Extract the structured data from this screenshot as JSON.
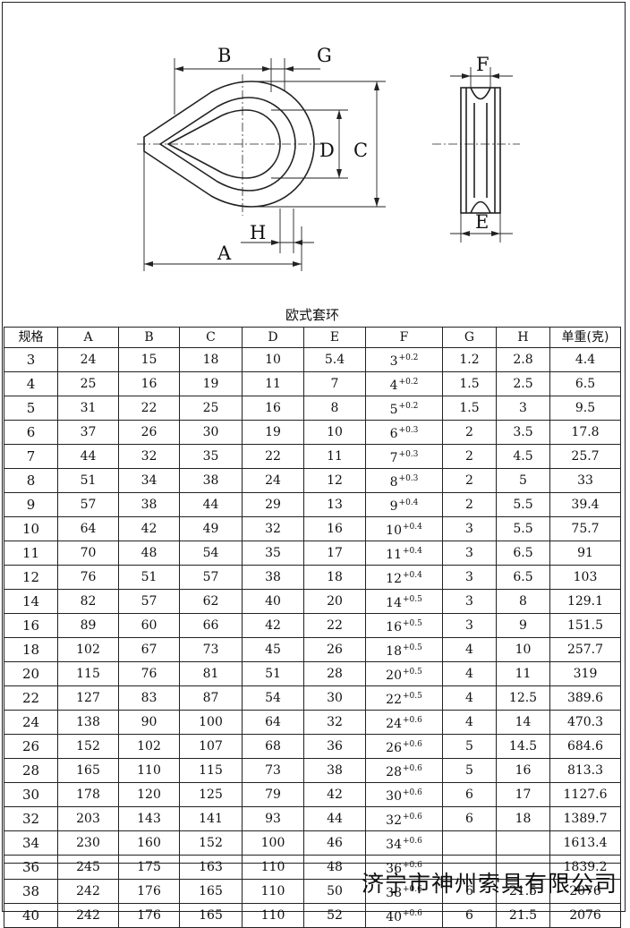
{
  "drawing": {
    "labels": {
      "A": "A",
      "B": "B",
      "C": "C",
      "D": "D",
      "E": "E",
      "F": "F",
      "G": "G",
      "H": "H"
    }
  },
  "table": {
    "title": "欧式套环",
    "headers": [
      "规格",
      "A",
      "B",
      "C",
      "D",
      "E",
      "F",
      "G",
      "H",
      "单重(克)"
    ],
    "rows": [
      {
        "size": "3",
        "A": "24",
        "B": "15",
        "C": "18",
        "D": "10",
        "E": "5.4",
        "F": "3",
        "tol": "+0.2",
        "G": "1.2",
        "H": "2.8",
        "W": "4.4"
      },
      {
        "size": "4",
        "A": "25",
        "B": "16",
        "C": "19",
        "D": "11",
        "E": "7",
        "F": "4",
        "tol": "+0.2",
        "G": "1.5",
        "H": "2.5",
        "W": "6.5"
      },
      {
        "size": "5",
        "A": "31",
        "B": "22",
        "C": "25",
        "D": "16",
        "E": "8",
        "F": "5",
        "tol": "+0.2",
        "G": "1.5",
        "H": "3",
        "W": "9.5"
      },
      {
        "size": "6",
        "A": "37",
        "B": "26",
        "C": "30",
        "D": "19",
        "E": "10",
        "F": "6",
        "tol": "+0.3",
        "G": "2",
        "H": "3.5",
        "W": "17.8"
      },
      {
        "size": "7",
        "A": "44",
        "B": "32",
        "C": "35",
        "D": "22",
        "E": "11",
        "F": "7",
        "tol": "+0.3",
        "G": "2",
        "H": "4.5",
        "W": "25.7"
      },
      {
        "size": "8",
        "A": "51",
        "B": "34",
        "C": "38",
        "D": "24",
        "E": "12",
        "F": "8",
        "tol": "+0.3",
        "G": "2",
        "H": "5",
        "W": "33"
      },
      {
        "size": "9",
        "A": "57",
        "B": "38",
        "C": "44",
        "D": "29",
        "E": "13",
        "F": "9",
        "tol": "+0.4",
        "G": "2",
        "H": "5.5",
        "W": "39.4"
      },
      {
        "size": "10",
        "A": "64",
        "B": "42",
        "C": "49",
        "D": "32",
        "E": "16",
        "F": "10",
        "tol": "+0.4",
        "G": "3",
        "H": "5.5",
        "W": "75.7"
      },
      {
        "size": "11",
        "A": "70",
        "B": "48",
        "C": "54",
        "D": "35",
        "E": "17",
        "F": "11",
        "tol": "+0.4",
        "G": "3",
        "H": "6.5",
        "W": "91"
      },
      {
        "size": "12",
        "A": "76",
        "B": "51",
        "C": "57",
        "D": "38",
        "E": "18",
        "F": "12",
        "tol": "+0.4",
        "G": "3",
        "H": "6.5",
        "W": "103"
      },
      {
        "size": "14",
        "A": "82",
        "B": "57",
        "C": "62",
        "D": "40",
        "E": "20",
        "F": "14",
        "tol": "+0.5",
        "G": "3",
        "H": "8",
        "W": "129.1"
      },
      {
        "size": "16",
        "A": "89",
        "B": "60",
        "C": "66",
        "D": "42",
        "E": "22",
        "F": "16",
        "tol": "+0.5",
        "G": "3",
        "H": "9",
        "W": "151.5"
      },
      {
        "size": "18",
        "A": "102",
        "B": "67",
        "C": "73",
        "D": "45",
        "E": "26",
        "F": "18",
        "tol": "+0.5",
        "G": "4",
        "H": "10",
        "W": "257.7"
      },
      {
        "size": "20",
        "A": "115",
        "B": "76",
        "C": "81",
        "D": "51",
        "E": "28",
        "F": "20",
        "tol": "+0.5",
        "G": "4",
        "H": "11",
        "W": "319"
      },
      {
        "size": "22",
        "A": "127",
        "B": "83",
        "C": "87",
        "D": "54",
        "E": "30",
        "F": "22",
        "tol": "+0.5",
        "G": "4",
        "H": "12.5",
        "W": "389.6"
      },
      {
        "size": "24",
        "A": "138",
        "B": "90",
        "C": "100",
        "D": "64",
        "E": "32",
        "F": "24",
        "tol": "+0.6",
        "G": "4",
        "H": "14",
        "W": "470.3"
      },
      {
        "size": "26",
        "A": "152",
        "B": "102",
        "C": "107",
        "D": "68",
        "E": "36",
        "F": "26",
        "tol": "+0.6",
        "G": "5",
        "H": "14.5",
        "W": "684.6"
      },
      {
        "size": "28",
        "A": "165",
        "B": "110",
        "C": "115",
        "D": "73",
        "E": "38",
        "F": "28",
        "tol": "+0.6",
        "G": "5",
        "H": "16",
        "W": "813.3"
      },
      {
        "size": "30",
        "A": "178",
        "B": "120",
        "C": "125",
        "D": "79",
        "E": "42",
        "F": "30",
        "tol": "+0.6",
        "G": "6",
        "H": "17",
        "W": "1127.6"
      },
      {
        "size": "32",
        "A": "203",
        "B": "143",
        "C": "141",
        "D": "93",
        "E": "44",
        "F": "32",
        "tol": "+0.6",
        "G": "6",
        "H": "18",
        "W": "1389.7"
      },
      {
        "size": "34",
        "A": "230",
        "B": "160",
        "C": "152",
        "D": "100",
        "E": "46",
        "F": "34",
        "tol": "+0.6",
        "G": "",
        "H": "",
        "W": "1613.4"
      },
      {
        "size": "36",
        "A": "245",
        "B": "175",
        "C": "163",
        "D": "110",
        "E": "48",
        "F": "36",
        "tol": "+0.6",
        "G": "",
        "H": "",
        "W": "1839.2"
      },
      {
        "size": "38",
        "A": "242",
        "B": "176",
        "C": "165",
        "D": "110",
        "E": "50",
        "F": "38",
        "tol": "+0.6",
        "G": "6",
        "H": "21.5",
        "W": "2076"
      },
      {
        "size": "40",
        "A": "242",
        "B": "176",
        "C": "165",
        "D": "110",
        "E": "52",
        "F": "40",
        "tol": "+0.6",
        "G": "6",
        "H": "21.5",
        "W": "2076"
      }
    ]
  },
  "footer": {
    "company": "济宁市神州索具有限公司"
  }
}
